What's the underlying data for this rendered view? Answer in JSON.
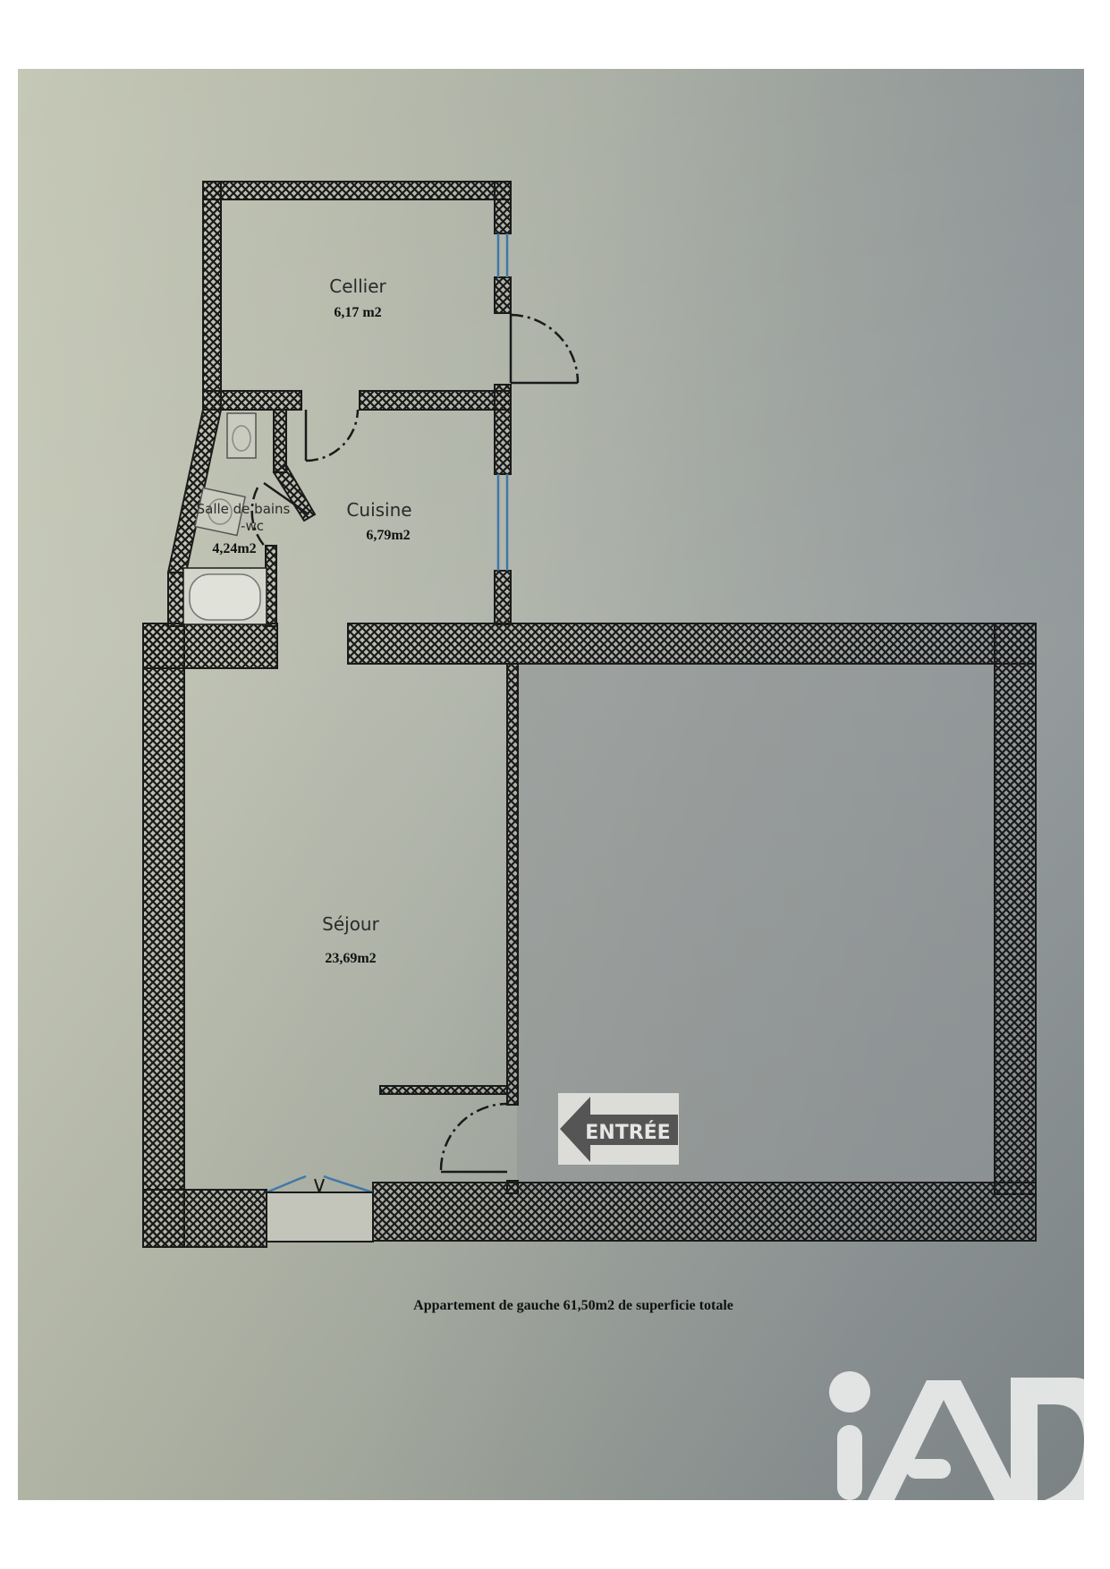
{
  "plan": {
    "rooms": [
      {
        "name": "Cellier",
        "area": "6,17 m2"
      },
      {
        "name": "Cuisine",
        "area": "6,79m2"
      },
      {
        "name": "Salle de bains",
        "name_line2": "-wc",
        "area": "4,24m2"
      },
      {
        "name": "Séjour",
        "area": "23,69m2"
      }
    ],
    "entrance_sign": "ENTRÉE",
    "caption": "Appartement de gauche 61,50m2 de superficie totale",
    "logo": "iAD"
  },
  "colors": {
    "wall_stroke": "#1a1a1a",
    "window": "#3f78a8",
    "paper": "#c0c3b3"
  }
}
